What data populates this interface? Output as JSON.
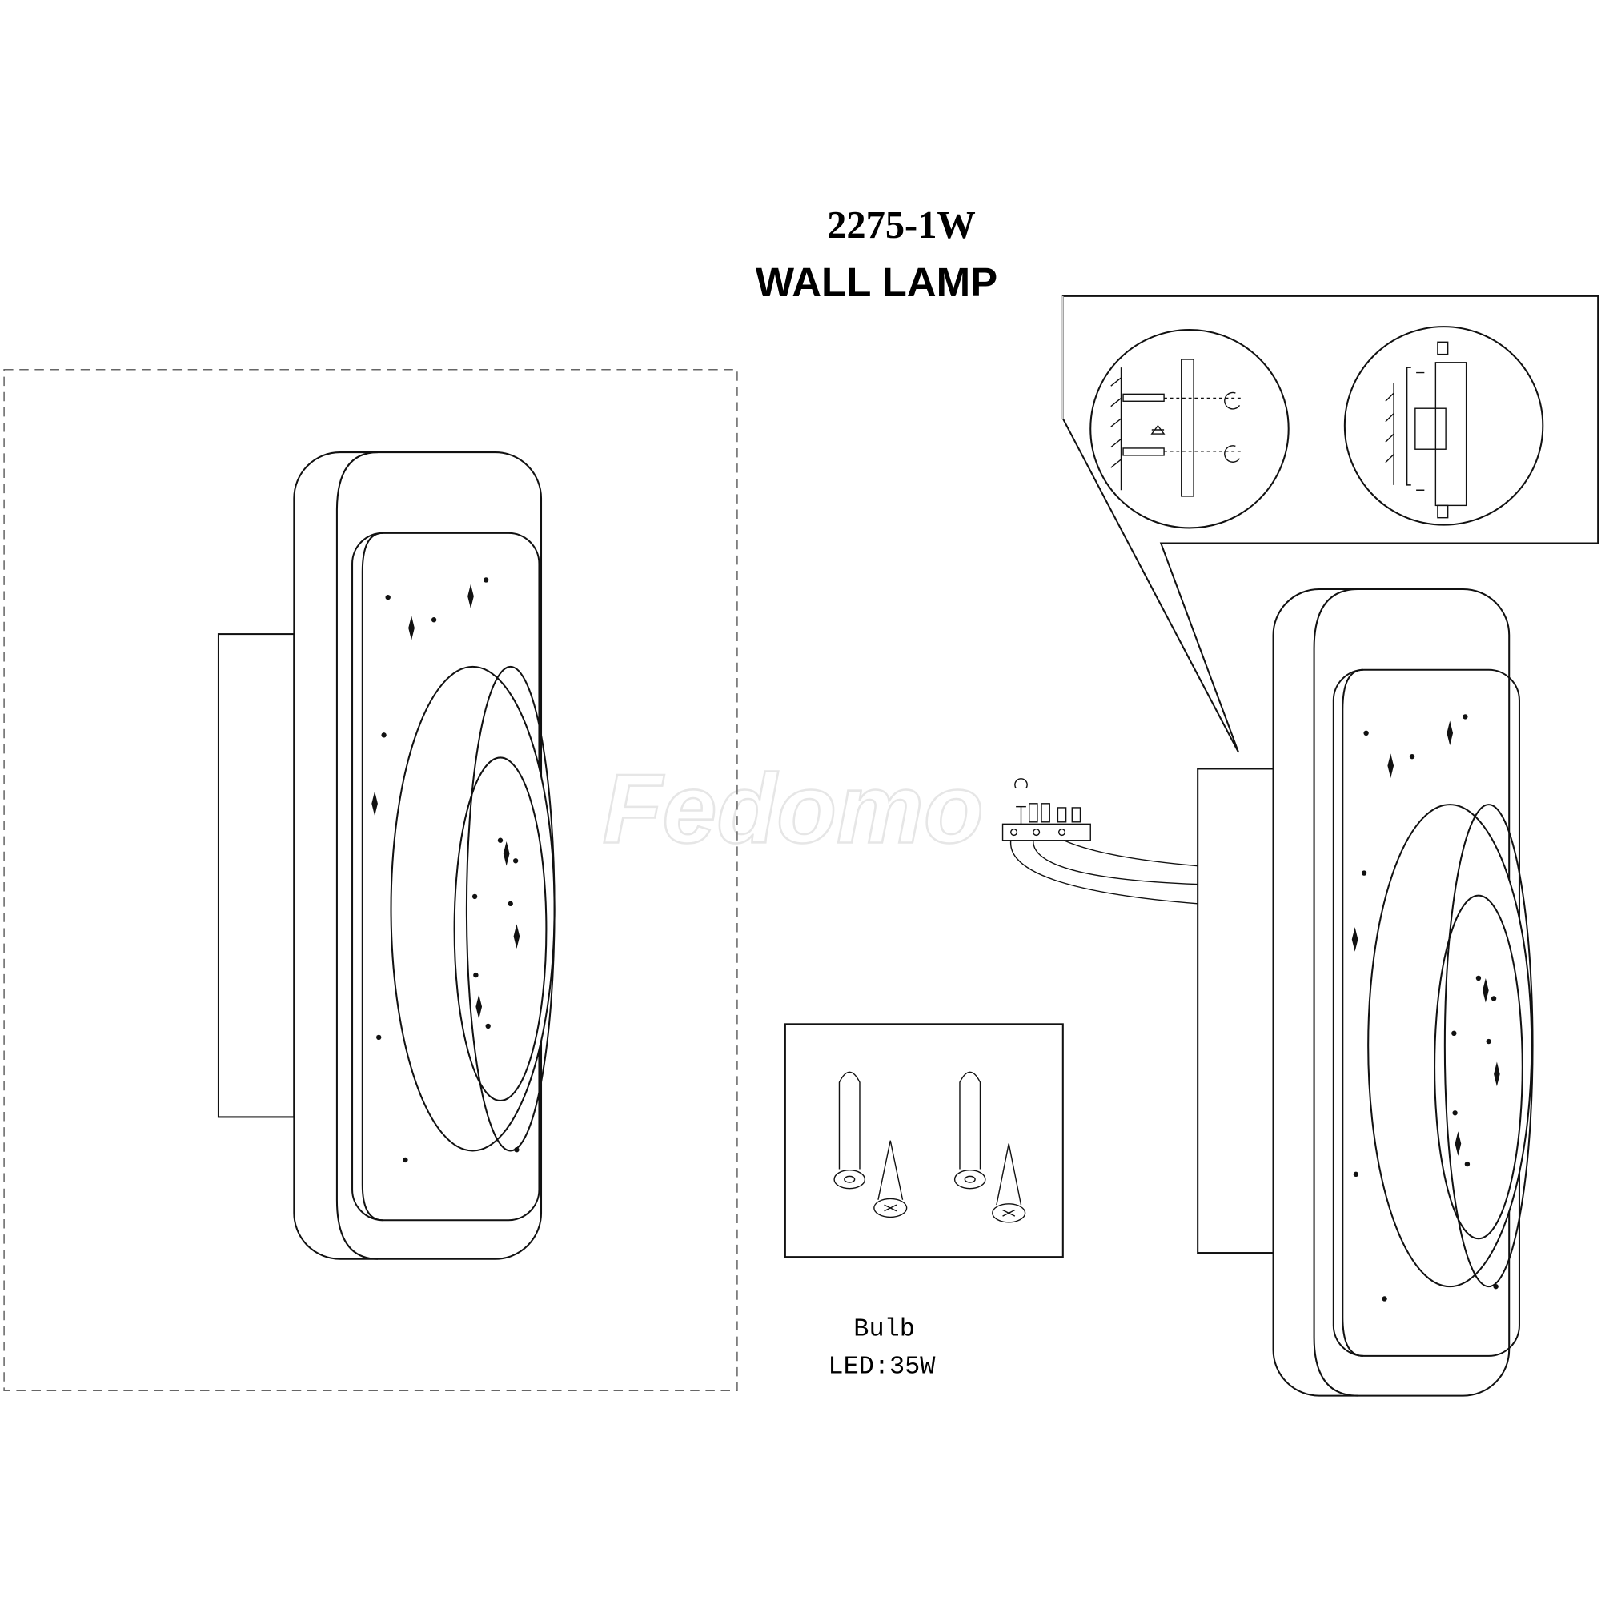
{
  "header": {
    "model": "2275-1W",
    "title": "WALL LAMP"
  },
  "spec": {
    "bulb_label": "Bulb",
    "bulb_value": "LED:35W"
  },
  "watermark": {
    "text": "Fedomo"
  }
}
